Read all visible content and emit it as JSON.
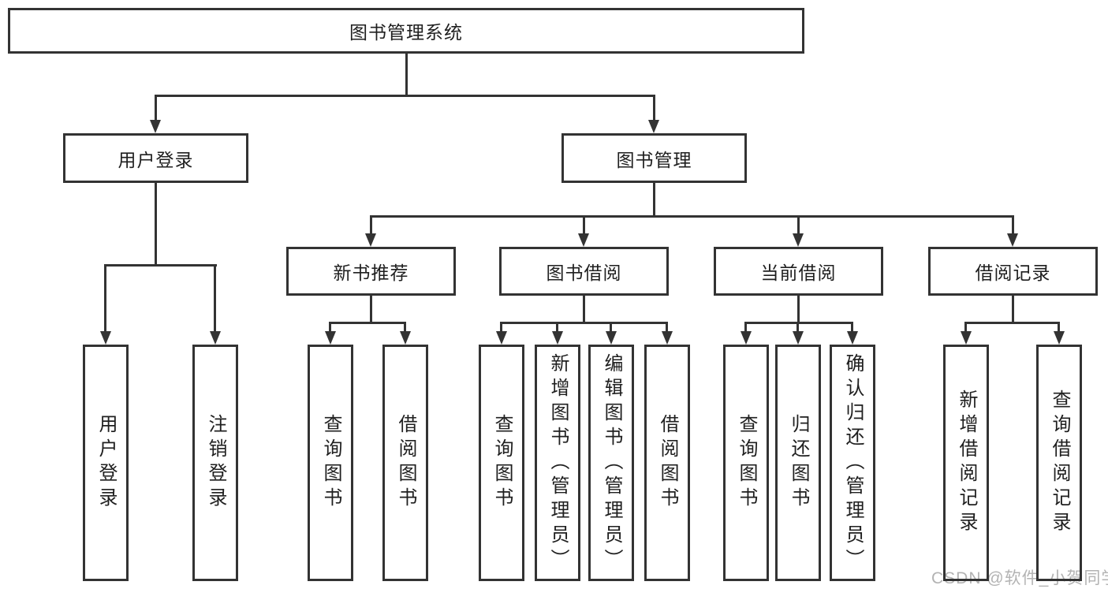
{
  "diagram_title": "图书管理系统",
  "colors": {
    "line": "#333333",
    "text": "#1f1f1f",
    "watermark": "#b3b3b3",
    "background": "#ffffff"
  },
  "tree": {
    "root": {
      "label": "图书管理系统"
    },
    "branches": [
      {
        "label": "用户登录",
        "children": [
          {
            "label": "用户登录"
          },
          {
            "label": "注销登录"
          }
        ]
      },
      {
        "label": "图书管理",
        "children": [
          {
            "label": "新书推荐",
            "children": [
              {
                "label": "查询图书"
              },
              {
                "label": "借阅图书"
              }
            ]
          },
          {
            "label": "图书借阅",
            "children": [
              {
                "label": "查询图书"
              },
              {
                "label": "新增图书（管理员）"
              },
              {
                "label": "编辑图书（管理员）"
              },
              {
                "label": "借阅图书"
              }
            ]
          },
          {
            "label": "当前借阅",
            "children": [
              {
                "label": "查询图书"
              },
              {
                "label": "归还图书"
              },
              {
                "label": "确认归还（管理员）"
              }
            ]
          },
          {
            "label": "借阅记录",
            "children": [
              {
                "label": "新增借阅记录"
              },
              {
                "label": "查询借阅记录"
              }
            ]
          }
        ]
      }
    ]
  },
  "watermark": {
    "text": "CSDN @软件_小贺同学"
  }
}
